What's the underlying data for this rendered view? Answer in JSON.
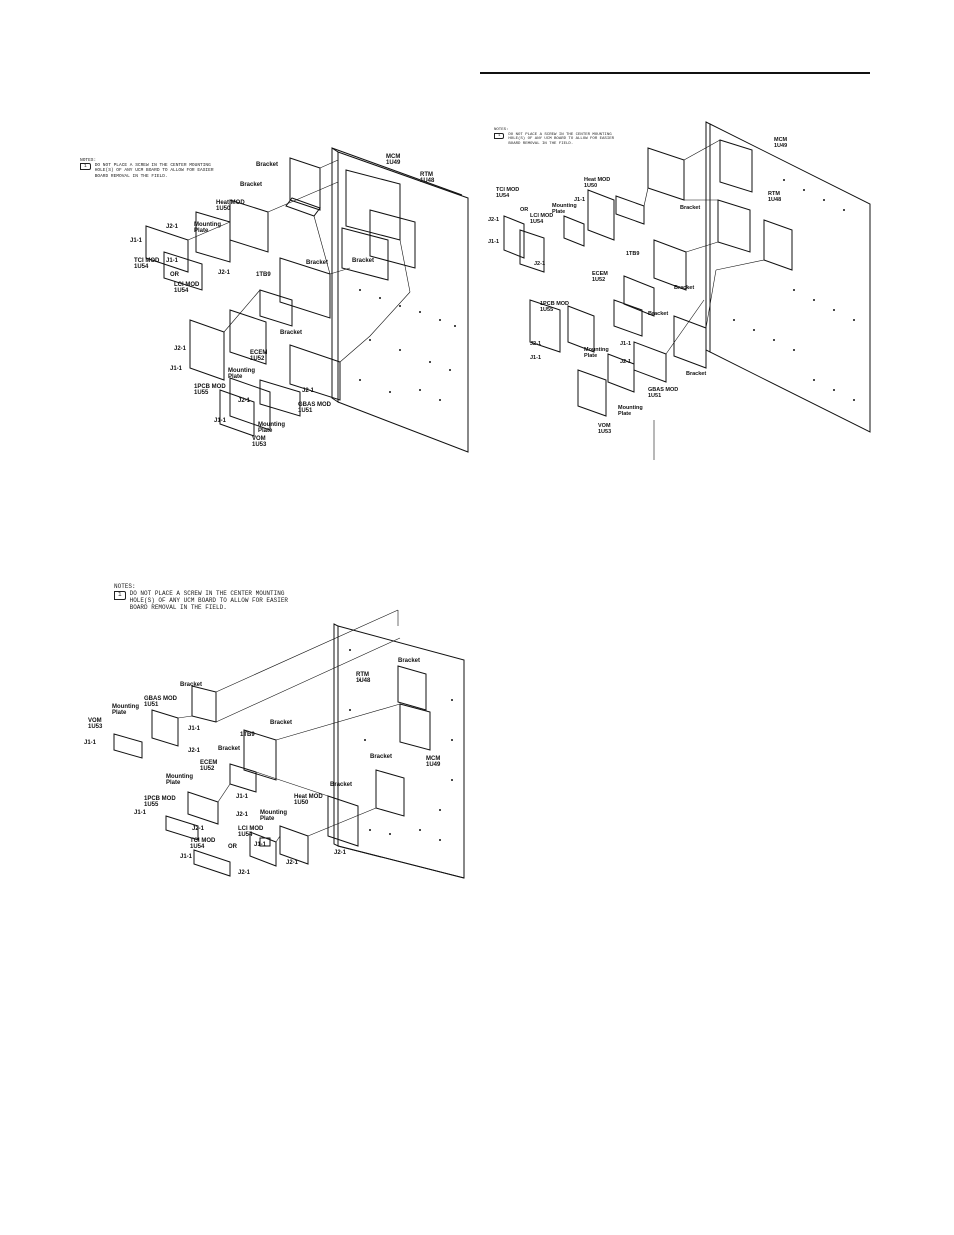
{
  "figures": [
    {
      "notes": {
        "header": "NOTES:",
        "flag": "1",
        "text": "DO NOT PLACE A SCREW IN THE CENTER MOUNTING\nHOLE(S) OF ANY UCM BOARD TO ALLOW FOR EASIER\nBOARD REMOVAL IN THE FIELD."
      },
      "labels": {
        "bracket_top": "Bracket",
        "bracket_mid1": "Bracket",
        "bracket_mid2": "Bracket",
        "bracket_mid3": "Bracket",
        "bracket_low": "Bracket",
        "mcm": "MCM\n1U49",
        "rtm": "RTM\n1U48",
        "heat_mod": "Heat MOD\n1U50",
        "mounting_plate_1": "Mounting\nPlate",
        "mounting_plate_2": "Mounting\nPlate",
        "mounting_plate_3": "Mounting\nPlate",
        "tci_mod": "TCI MOD\n1U54",
        "or": "OR",
        "lci_mod": "LCI MOD\n1U54",
        "tb9": "1TB9",
        "ecem": "ECEM\n1U52",
        "pcb_mod": "1PCB MOD\n1U55",
        "gbas_mod": "GBAS MOD\n1U51",
        "vom": "VOM\n1U53",
        "j1_a": "J1-1",
        "j1_b": "J1-1",
        "j1_c": "J1-1",
        "j1_d": "J1-1",
        "j2_a": "J2-1",
        "j2_b": "J2-1",
        "j2_c": "J2-1",
        "j2_d": "J2-1",
        "j2_e": "J2-1"
      }
    },
    {
      "notes": {
        "header": "NOTES:",
        "flag": "1",
        "text": "DO NOT PLACE A SCREW IN THE CENTER MOUNTING\nHOLE(S) OF ANY UCM BOARD TO ALLOW FOR EASIER\nBOARD REMOVAL IN THE FIELD."
      },
      "labels": {
        "mcm": "MCM\n1U49",
        "rtm": "RTM\n1U48",
        "heat_mod": "Heat MOD\n1U50",
        "bracket_1": "Bracket",
        "bracket_2": "Bracket",
        "bracket_3": "Bracket",
        "bracket_4": "Bracket",
        "tci_mod": "TCI MOD\n1U54",
        "or": "OR",
        "lci_mod": "LCI MOD\n1U54",
        "mounting_plate_1": "Mounting\nPlate",
        "mounting_plate_2": "Mounting\nPlate",
        "mounting_plate_3": "Mounting\nPlate",
        "tb9": "1TB9",
        "ecem": "ECEM\n1U52",
        "pcb_mod": "1PCB MOD\n1U55",
        "gbas_mod": "GBAS MOD\n1U51",
        "vom": "VOM\n1U53",
        "j1_a": "J1-1",
        "j1_b": "J1-1",
        "j1_c": "J1-1",
        "j1_d": "J1-1",
        "j2_a": "J2-1",
        "j2_b": "J2-1",
        "j2_c": "J2-1",
        "j2_d": "J2-1"
      }
    },
    {
      "notes": {
        "header": "NOTES:",
        "flag": "1",
        "text": "DO NOT PLACE A SCREW IN THE CENTER MOUNTING\nHOLE(S) OF ANY UCM BOARD TO ALLOW FOR EASIER\nBOARD REMOVAL IN THE FIELD."
      },
      "labels": {
        "bracket_top": "Bracket",
        "bracket_1": "Bracket",
        "bracket_2": "Bracket",
        "bracket_3": "Bracket",
        "bracket_4": "Bracket",
        "bracket_5": "Bracket",
        "gbas_mod": "GBAS MOD\n1U51",
        "mounting_plate_1": "Mounting\nPlate",
        "mounting_plate_2": "Mounting\nPlate",
        "mounting_plate_3": "Mounting\nPlate",
        "vom": "VOM\n1U53",
        "tb9": "1TB9",
        "ecem": "ECEM\n1U52",
        "pcb_mod": "1PCB MOD\n1U55",
        "lci_mod": "LCI MOD\n1U54",
        "tci_mod": "TCI MOD\n1U54",
        "or": "OR",
        "heat_mod": "Heat MOD\n1U50",
        "rtm": "RTM\n1U48",
        "mcm": "MCM\n1U49",
        "j1_a": "J1-1",
        "j1_b": "J1-1",
        "j1_c": "J1-1",
        "j1_d": "J1-1",
        "j1_e": "J1-1",
        "j2_a": "J2-1",
        "j2_b": "J2-1",
        "j2_c": "J2-1",
        "j2_d": "J2-1",
        "j2_e": "J2-1"
      }
    }
  ]
}
